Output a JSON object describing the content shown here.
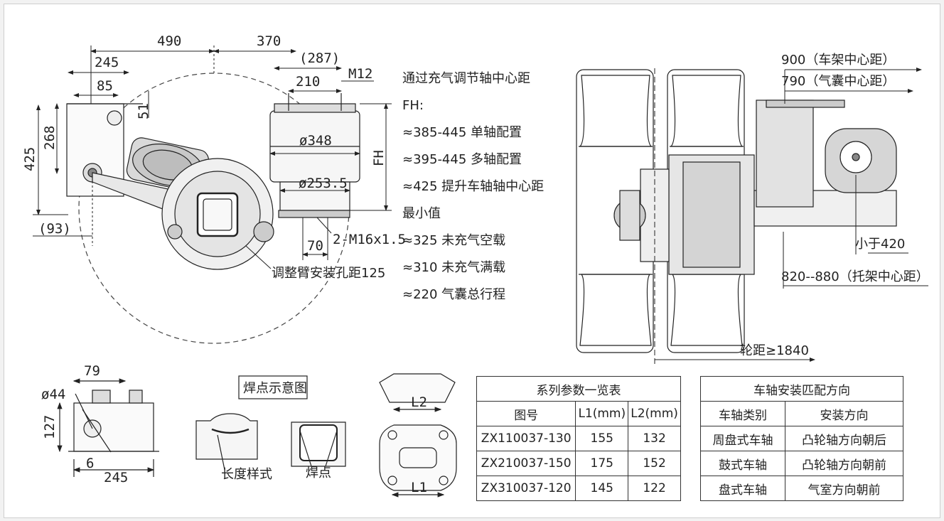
{
  "dimensions": {
    "d490": "490",
    "d370": "370",
    "d287": "(287)",
    "d245": "245",
    "d210": "210",
    "dM12": "M12",
    "d85": "85",
    "d51": "51",
    "d268": "268",
    "d425": "425",
    "dphi348": "ø348",
    "dphi253": "ø253.5",
    "dFH": "FH",
    "d93": "(93)",
    "d70": "70",
    "dM16": "2-M16x1.5",
    "arm_hole": "调整臂安装孔距125"
  },
  "spec_notes": [
    "通过充气调节轴中心距",
    "FH:",
    "≈385-445  单轴配置",
    "≈395-445  多轴配置",
    "≈425 提升车轴轴中心距",
    "最小值",
    "≈325  未充气空载",
    "≈310  未充气满载",
    "≈220  气囊总行程"
  ],
  "right_view": {
    "frame_center": "900（车架中心距）",
    "airbag_center": "790（气囊中心距）",
    "less_than": "小于420",
    "bracket_center": "820--880（托架中心距）",
    "track": "轮距≥1840"
  },
  "bracket_detail": {
    "d79": "79",
    "dphi44": "ø44",
    "d127": "127",
    "d6": "6",
    "d245": "245"
  },
  "weld_detail": {
    "title": "焊点示意图",
    "length_style": "长度样式",
    "weld_point": "焊点"
  },
  "plate_detail": {
    "L2": "L2",
    "L1": "L1"
  },
  "series_table": {
    "title": "系列参数一览表",
    "headers": [
      "图号",
      "L1(mm)",
      "L2(mm)"
    ],
    "rows": [
      [
        "ZX110037-130",
        "155",
        "132"
      ],
      [
        "ZX210037-150",
        "175",
        "152"
      ],
      [
        "ZX310037-120",
        "145",
        "122"
      ]
    ]
  },
  "axle_table": {
    "title": "车轴安装匹配方向",
    "headers": [
      "车轴类别",
      "安装方向"
    ],
    "rows": [
      [
        "周盘式车轴",
        "凸轮轴方向朝后"
      ],
      [
        "鼓式车轴",
        "凸轮轴方向朝前"
      ],
      [
        "盘式车轴",
        "气室方向朝前"
      ]
    ]
  }
}
